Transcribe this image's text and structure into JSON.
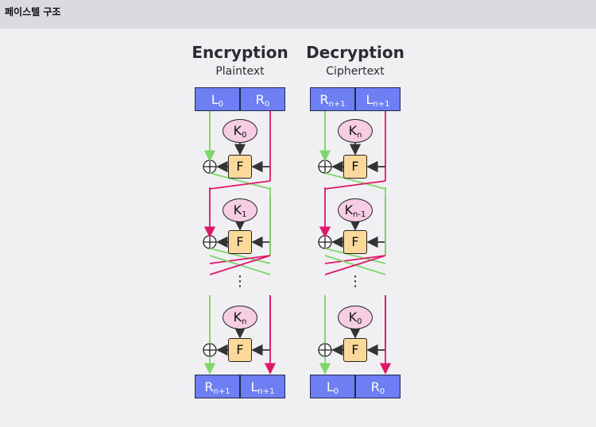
{
  "window": {
    "title": "페이스텔 구조"
  },
  "encryption": {
    "title": "Encryption",
    "subtitle": "Plaintext",
    "input": [
      {
        "main": "L",
        "sub": "0"
      },
      {
        "main": "R",
        "sub": "0"
      }
    ],
    "keys": [
      {
        "main": "K",
        "sub": "0"
      },
      {
        "main": "K",
        "sub": "1"
      },
      {
        "main": "K",
        "sub": "n"
      }
    ],
    "output": [
      {
        "main": "R",
        "sub": "n+1"
      },
      {
        "main": "L",
        "sub": "n+1"
      }
    ]
  },
  "decryption": {
    "title": "Decryption",
    "subtitle": "Ciphertext",
    "input": [
      {
        "main": "R",
        "sub": "n+1"
      },
      {
        "main": "L",
        "sub": "n+1"
      }
    ],
    "keys": [
      {
        "main": "K",
        "sub": "n"
      },
      {
        "main": "K",
        "sub": "n-1"
      },
      {
        "main": "K",
        "sub": "0"
      }
    ],
    "output": [
      {
        "main": "L",
        "sub": "0"
      },
      {
        "main": "R",
        "sub": "0"
      }
    ]
  },
  "function_label": "F",
  "ellipsis": "⋮",
  "colors": {
    "block": "#6d7ff3",
    "key": "#f6cde3",
    "function": "#fcd99a",
    "left_wire": "#7ed66b",
    "right_wire": "#e0186b"
  }
}
